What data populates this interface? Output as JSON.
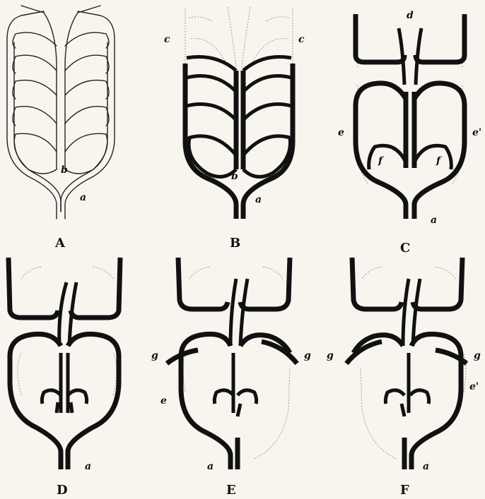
{
  "panels": [
    {
      "caption": "A",
      "labels": [
        "b",
        "a"
      ]
    },
    {
      "caption": "B",
      "labels": [
        "c",
        "c",
        "b",
        "a"
      ]
    },
    {
      "caption": "C",
      "labels": [
        "d",
        "e",
        "e'",
        "f",
        "f",
        "a"
      ]
    },
    {
      "caption": "D",
      "labels": [
        "a"
      ]
    },
    {
      "caption": "E",
      "labels": [
        "g",
        "g",
        "e",
        "a"
      ]
    },
    {
      "caption": "F",
      "labels": [
        "g",
        "g",
        "e'",
        "a"
      ]
    }
  ]
}
